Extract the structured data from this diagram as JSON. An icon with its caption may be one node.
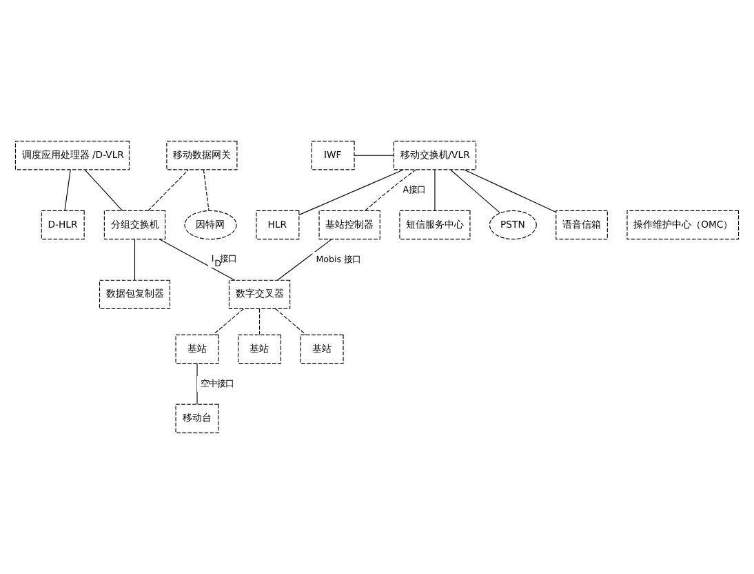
{
  "diagram": {
    "nodes": [
      {
        "text": [
          "短信服务中心"
        ]
      },
      {
        "text": [
          "操作维护中心（OMC）"
        ]
      },
      {
        "text": [
          "语音信箱"
        ]
      },
      {
        "text": [
          "PSTN"
        ]
      },
      {
        "text": [
          "因特网"
        ]
      },
      {
        "text": [
          "D-HLR"
        ]
      },
      {
        "text": [
          "HLR"
        ]
      },
      {
        "text": [
          "IWF"
        ]
      },
      {
        "text": [
          "移动交换机/VLR"
        ]
      },
      {
        "text": [
          "调度应用处理器 /D-VLR"
        ]
      },
      {
        "text": [
          "移动数据网关"
        ]
      },
      {
        "text": [
          "基站控制器"
        ]
      },
      {
        "text": [
          "分组交换机"
        ]
      },
      {
        "text": [
          "数字交叉器"
        ]
      },
      {
        "text": [
          "数据包复制器"
        ]
      },
      {
        "text": [
          "基站"
        ]
      },
      {
        "text": [
          "基站"
        ]
      },
      {
        "text": [
          "基站"
        ]
      },
      {
        "text": [
          "移动台"
        ]
      }
    ],
    "edges": [
      {
        "from": 8,
        "to": 0,
        "arrow": "none"
      },
      {
        "from": 8,
        "to": 2,
        "arrow": "none"
      },
      {
        "from": 8,
        "to": 6,
        "arrow": "none"
      },
      {
        "from": 3,
        "to": 8,
        "arrow": "none"
      },
      {
        "from": 7,
        "to": 8,
        "arrow": "none"
      },
      {
        "from": 8,
        "to": 11,
        "arrow": "none",
        "label": "A接口",
        "style": "dashed"
      },
      {
        "from": 11,
        "to": 13,
        "arrow": "none",
        "label": "Mobis 接口"
      },
      {
        "from": 5,
        "to": 9,
        "arrow": "none"
      },
      {
        "from": 9,
        "to": 12,
        "arrow": "none"
      },
      {
        "from": 12,
        "to": 10,
        "arrow": "none",
        "style": "dashed"
      },
      {
        "from": 10,
        "to": 4,
        "arrow": "none",
        "style": "dashed"
      },
      {
        "from": 13,
        "to": 12,
        "arrow": "none",
        "label": "I$_{D}$接口"
      },
      {
        "from": 12,
        "to": 14,
        "arrow": "none"
      },
      {
        "from": 13,
        "to": 15,
        "arrow": "none",
        "style": "dashed"
      },
      {
        "from": 13,
        "to": 16,
        "arrow": "none",
        "style": "dashed"
      },
      {
        "from": 13,
        "to": 17,
        "arrow": "none",
        "style": "dashed"
      },
      {
        "from": 15,
        "to": 18,
        "arrow": "none",
        "label": "空中接口"
      }
    ]
  }
}
